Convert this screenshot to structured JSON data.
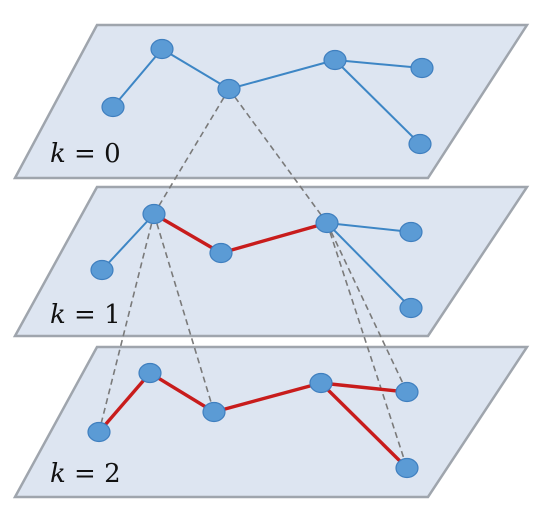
{
  "layers": [
    {
      "id": "layer-0",
      "label_var": "k",
      "label_rest": " = 0",
      "nodes": [
        "a",
        "b",
        "c",
        "d",
        "e",
        "f"
      ],
      "edges": [
        {
          "from": "a",
          "to": "b",
          "color": "blue"
        },
        {
          "from": "b",
          "to": "c",
          "color": "blue"
        },
        {
          "from": "c",
          "to": "d",
          "color": "blue"
        },
        {
          "from": "d",
          "to": "e",
          "color": "blue"
        },
        {
          "from": "d",
          "to": "f",
          "color": "blue"
        }
      ]
    },
    {
      "id": "layer-1",
      "label_var": "k",
      "label_rest": " = 1",
      "nodes": [
        "a",
        "b",
        "c",
        "d",
        "e",
        "f"
      ],
      "edges": [
        {
          "from": "a",
          "to": "b",
          "color": "blue"
        },
        {
          "from": "b",
          "to": "c",
          "color": "red"
        },
        {
          "from": "c",
          "to": "d",
          "color": "red"
        },
        {
          "from": "d",
          "to": "e",
          "color": "blue"
        },
        {
          "from": "d",
          "to": "f",
          "color": "blue"
        }
      ]
    },
    {
      "id": "layer-2",
      "label_var": "k",
      "label_rest": " = 2",
      "nodes": [
        "a",
        "b",
        "c",
        "d",
        "e",
        "f"
      ],
      "edges": [
        {
          "from": "a",
          "to": "b",
          "color": "red"
        },
        {
          "from": "b",
          "to": "c",
          "color": "red"
        },
        {
          "from": "c",
          "to": "d",
          "color": "red"
        },
        {
          "from": "d",
          "to": "e",
          "color": "red"
        },
        {
          "from": "d",
          "to": "f",
          "color": "red"
        }
      ]
    }
  ],
  "projections": [
    {
      "from_layer": 0,
      "from_node": "c",
      "to_layer": 1,
      "to_node": "b"
    },
    {
      "from_layer": 0,
      "from_node": "c",
      "to_layer": 1,
      "to_node": "d"
    },
    {
      "from_layer": 1,
      "from_node": "b",
      "to_layer": 2,
      "to_node": "a"
    },
    {
      "from_layer": 1,
      "from_node": "b",
      "to_layer": 2,
      "to_node": "c"
    },
    {
      "from_layer": 1,
      "from_node": "d",
      "to_layer": 2,
      "to_node": "e"
    },
    {
      "from_layer": 1,
      "from_node": "d",
      "to_layer": 2,
      "to_node": "f"
    }
  ],
  "colors": {
    "plane_fill": "#dde5f1",
    "plane_border": "#9fa5ad",
    "node_fill": "#5b9bd5",
    "edge_blue": "#3d86c5",
    "edge_red": "#c81c1c",
    "projection": "#7a7a7a"
  }
}
